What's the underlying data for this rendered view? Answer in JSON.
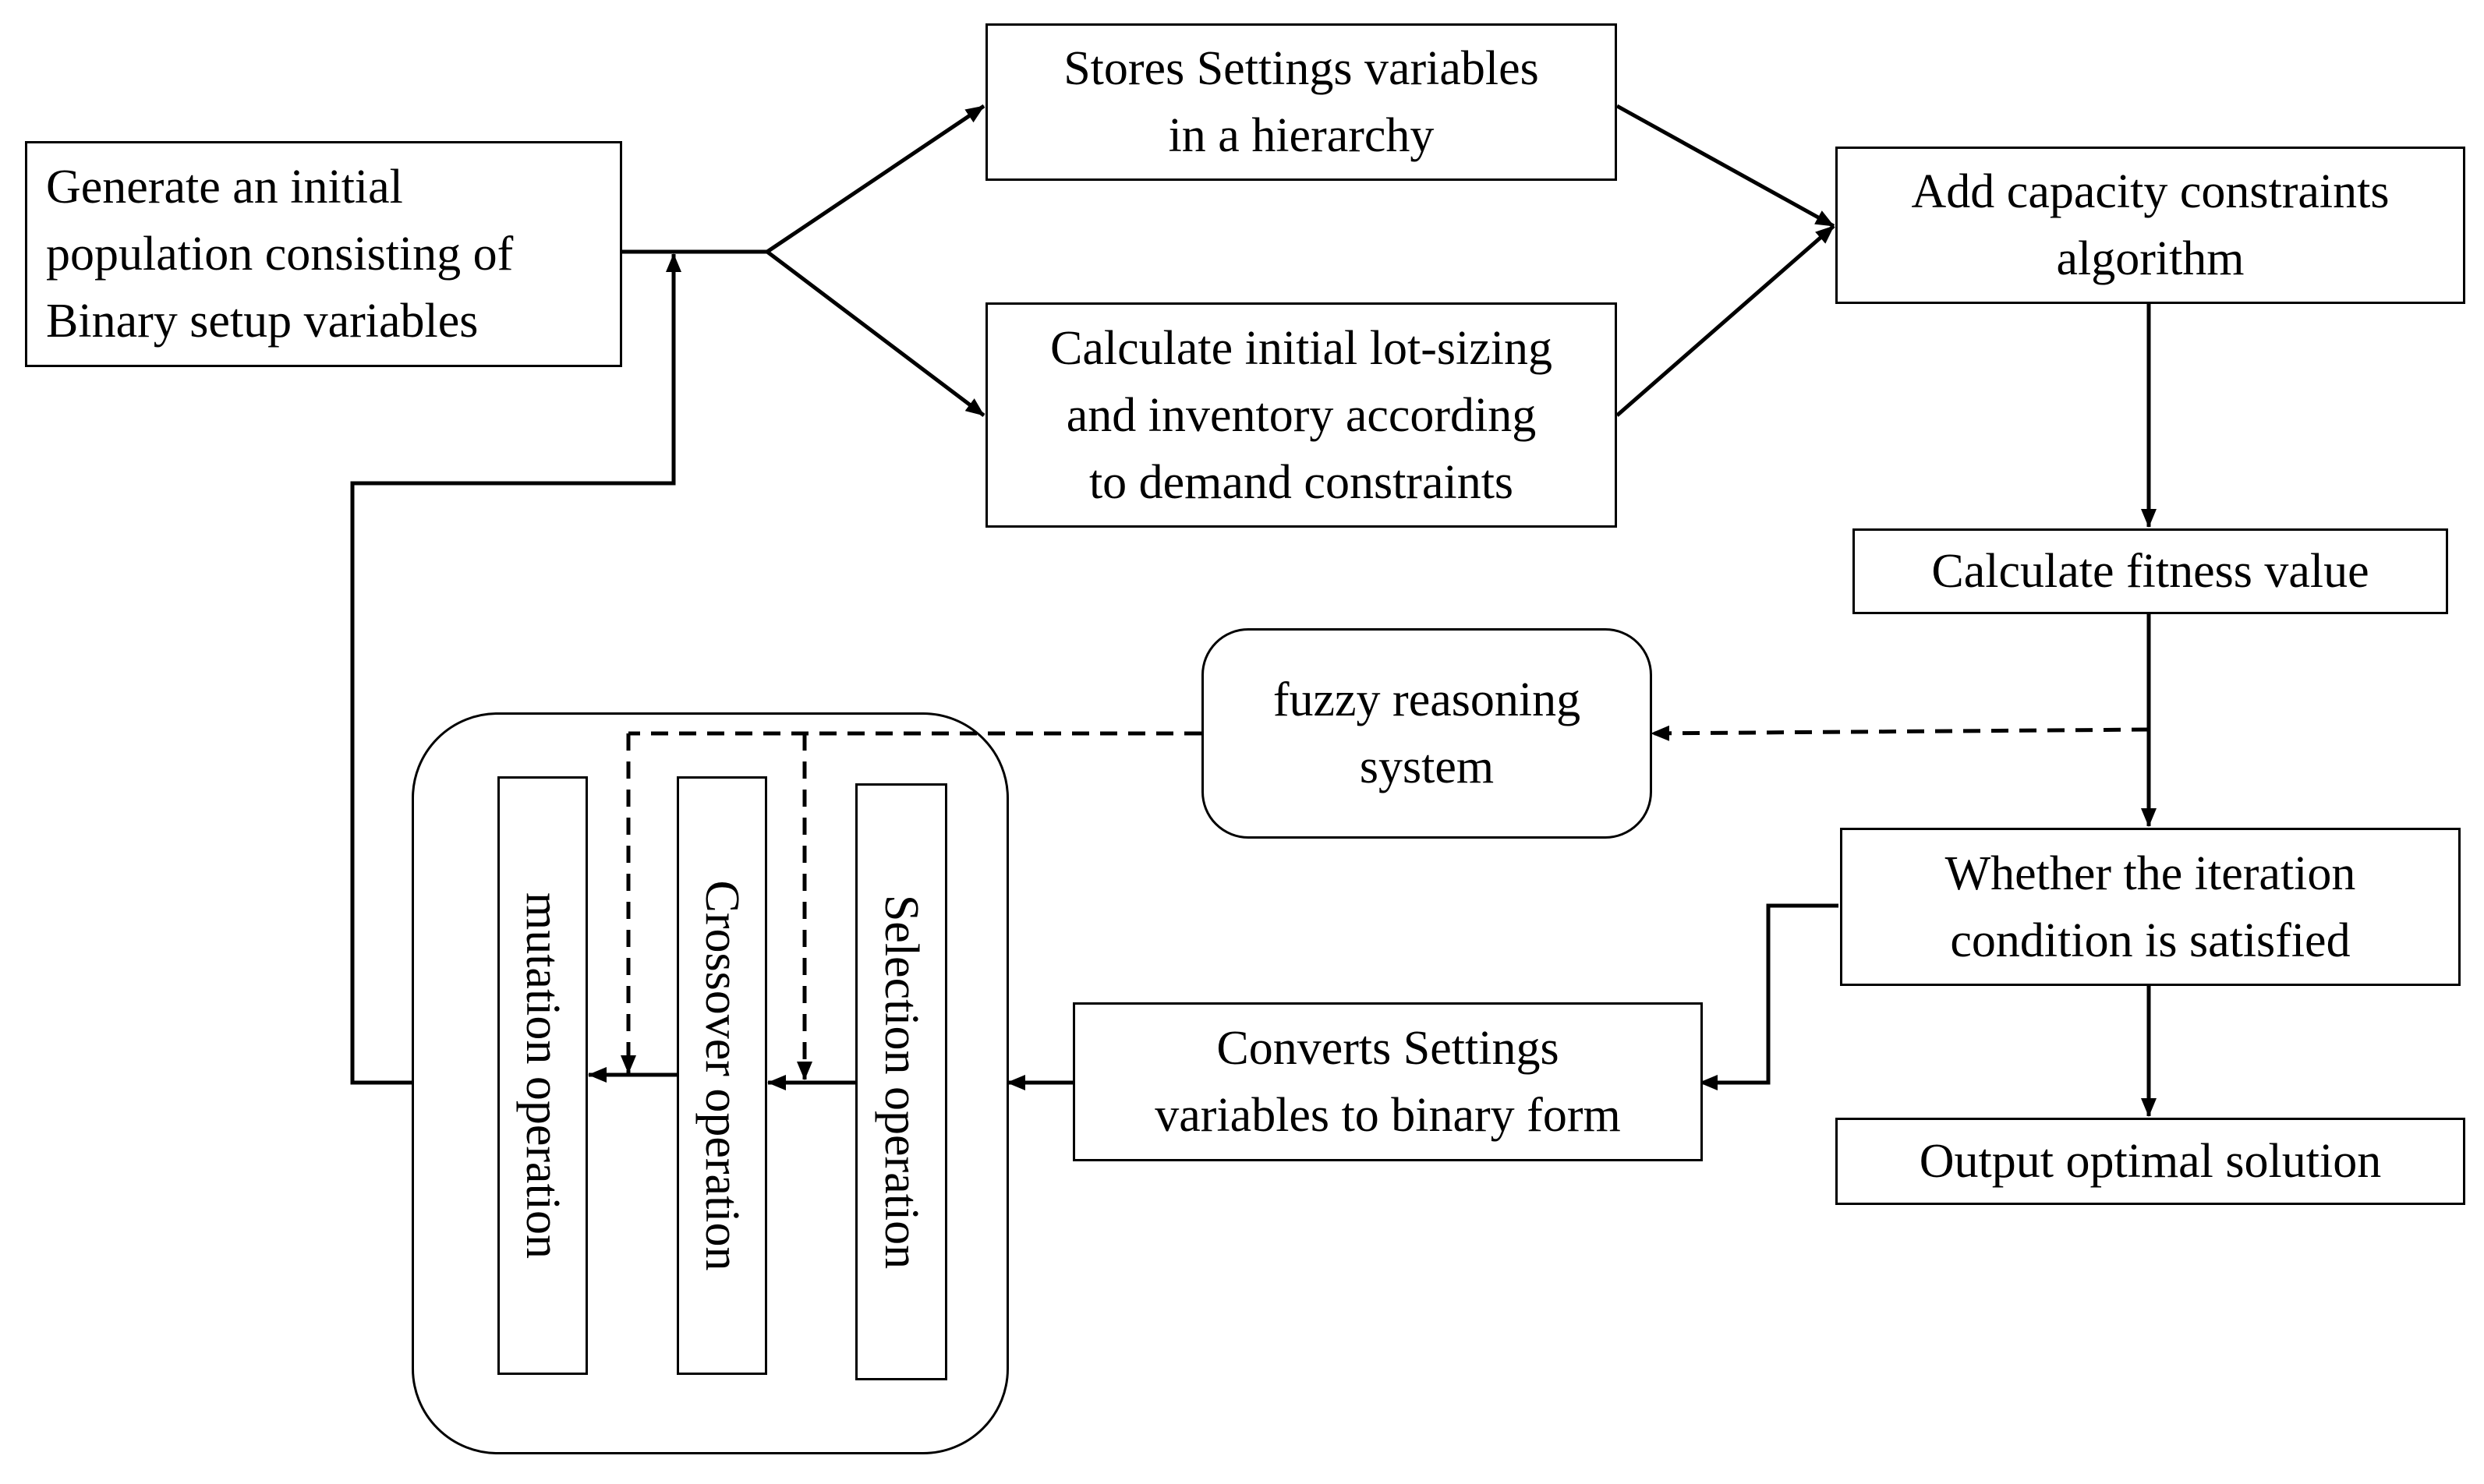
{
  "nodes": {
    "generate": {
      "lines": [
        "Generate an initial",
        "population consisting of",
        "Binary setup variables"
      ]
    },
    "stores": {
      "lines": [
        "Stores Settings variables",
        "in a hierarchy"
      ]
    },
    "calculate_initial": {
      "lines": [
        "Calculate initial lot-sizing",
        "and inventory according",
        "to demand constraints"
      ]
    },
    "add_capacity": {
      "lines": [
        "Add capacity constraints",
        "algorithm"
      ]
    },
    "fitness": {
      "lines": [
        "Calculate fitness value"
      ]
    },
    "fuzzy": {
      "lines": [
        "fuzzy reasoning",
        "system"
      ]
    },
    "iteration": {
      "lines": [
        "Whether the iteration",
        "condition is satisfied"
      ]
    },
    "output": {
      "lines": [
        "Output optimal solution"
      ]
    },
    "converts": {
      "lines": [
        "Converts Settings",
        "variables to binary form"
      ]
    },
    "selection": {
      "label": "Selection operation"
    },
    "crossover": {
      "label": "Crossover operation"
    },
    "mutation": {
      "label": "mutation operation"
    }
  }
}
